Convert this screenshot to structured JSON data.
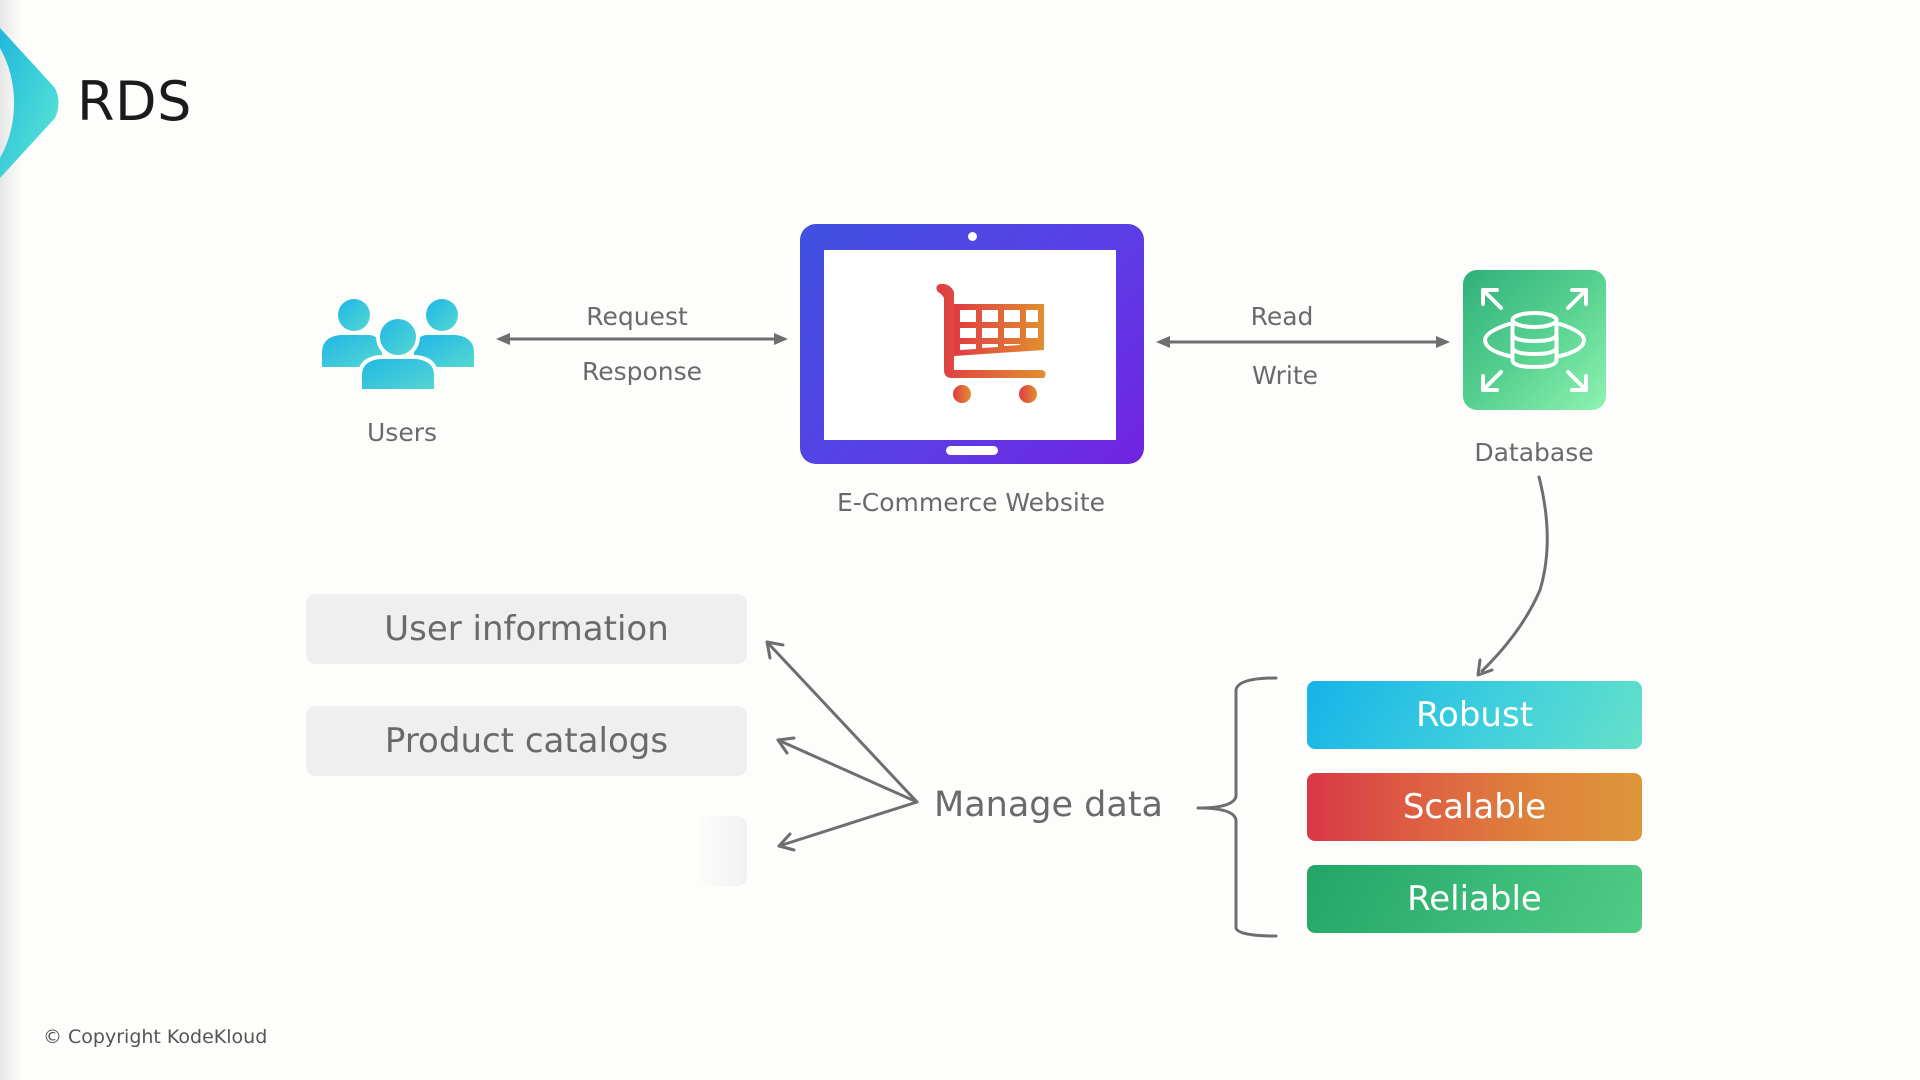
{
  "slide": {
    "title": "RDS",
    "copyright": "© Copyright KodeKloud"
  },
  "nodes": {
    "users": {
      "label": "Users",
      "icon": "users-group-icon"
    },
    "website": {
      "label": "E-Commerce Website",
      "icon": "tablet-shopping-cart-icon"
    },
    "database": {
      "label": "Database",
      "icon": "rds-database-icon"
    }
  },
  "edges": {
    "users_website": {
      "top_label": "Request",
      "bottom_label": "Response",
      "direction": "bidirectional"
    },
    "website_database": {
      "top_label": "Read",
      "bottom_label": "Write",
      "direction": "bidirectional"
    },
    "database_qualities": {
      "direction": "database-to-qualities"
    }
  },
  "manage": {
    "label": "Manage data",
    "items": [
      {
        "label": "User information"
      },
      {
        "label": "Product catalogs"
      },
      {
        "label": ""
      }
    ]
  },
  "qualities": [
    {
      "label": "Robust",
      "color_from": "#17b3e8",
      "color_to": "#66e0c8"
    },
    {
      "label": "Scalable",
      "color_from": "#d93747",
      "color_to": "#dd963a"
    },
    {
      "label": "Reliable",
      "color_from": "#22a566",
      "color_to": "#51cc86"
    }
  ],
  "colors": {
    "accent_teal": "#2ec9d8",
    "tablet_purple": "#5a3fe6",
    "database_green": "#56d08f",
    "arrow_gray": "#6e6e6e"
  }
}
